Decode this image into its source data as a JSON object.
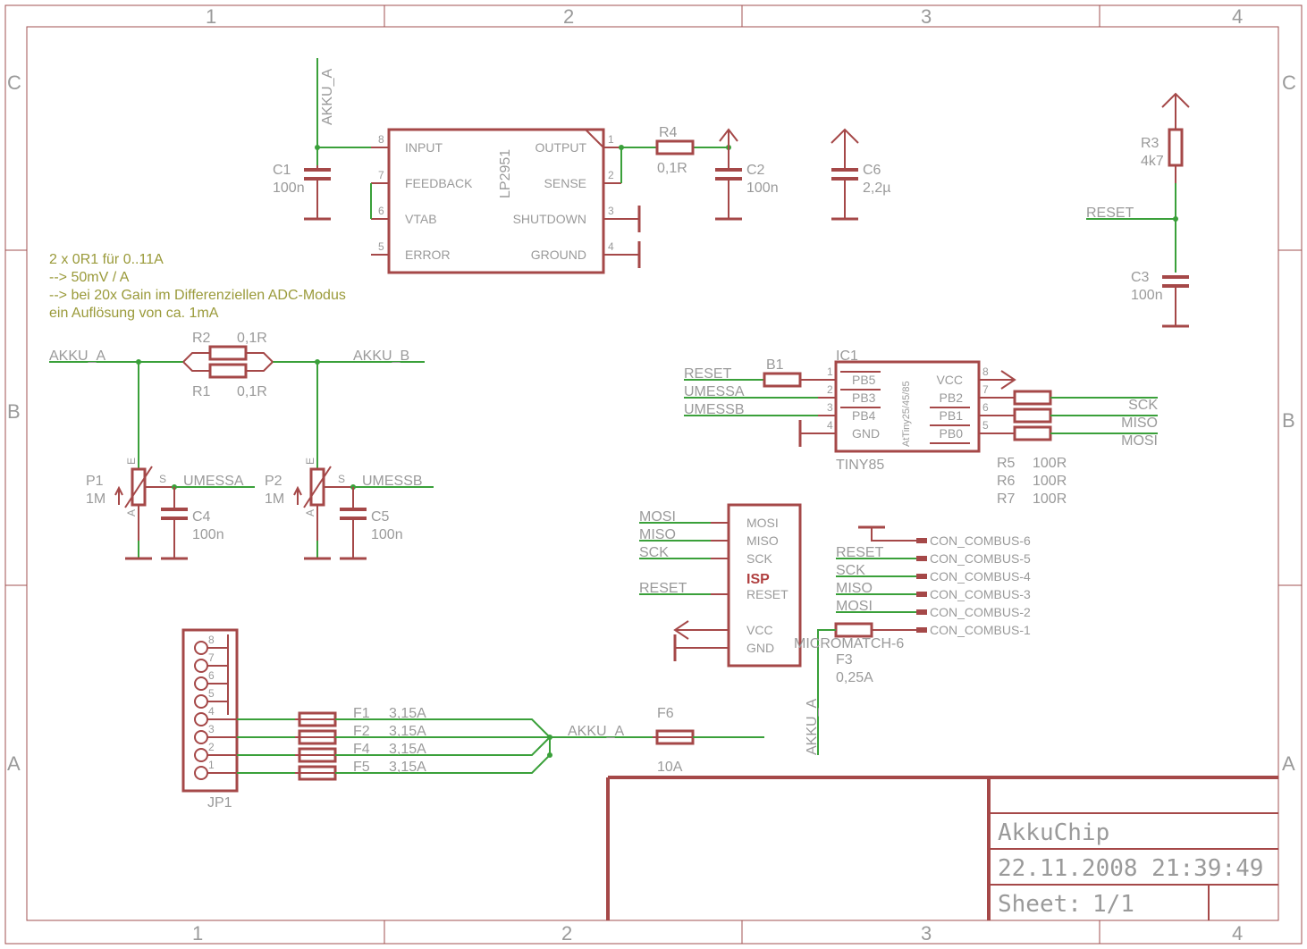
{
  "frame": {
    "cols_top": [
      "1",
      "2",
      "3",
      "4"
    ],
    "cols_bottom": [
      "1",
      "2",
      "3",
      "4"
    ],
    "rows": [
      "C",
      "B",
      "A"
    ]
  },
  "title_block": {
    "name": "AkkuChip",
    "datetime": "22.11.2008 21:39:49",
    "sheet_label": "Sheet:",
    "sheet": "1/1"
  },
  "note": [
    "2 x 0R1 für 0..11A",
    "--> 50mV / A",
    "--> bei 20x Gain im Differenziellen ADC-Modus",
    "ein Auflösung von ca. 1mA"
  ],
  "regulator": {
    "name": "LP2951",
    "pins_left": [
      {
        "num": "8",
        "label": "INPUT"
      },
      {
        "num": "7",
        "label": "FEEDBACK"
      },
      {
        "num": "6",
        "label": "VTAB"
      },
      {
        "num": "5",
        "label": "ERROR"
      }
    ],
    "pins_right": [
      {
        "num": "1",
        "label": "OUTPUT"
      },
      {
        "num": "2",
        "label": "SENSE"
      },
      {
        "num": "3",
        "label": "SHUTDOWN"
      },
      {
        "num": "4",
        "label": "GROUND"
      }
    ]
  },
  "parts": {
    "c1": {
      "name": "C1",
      "value": "100n"
    },
    "c2": {
      "name": "C2",
      "value": "100n"
    },
    "c3": {
      "name": "C3",
      "value": "100n"
    },
    "c4": {
      "name": "C4",
      "value": "100n"
    },
    "c5": {
      "name": "C5",
      "value": "100n"
    },
    "c6": {
      "name": "C6",
      "value": "2,2µ"
    },
    "r1": {
      "name": "R1",
      "value": "0,1R"
    },
    "r2": {
      "name": "R2",
      "value": "0,1R"
    },
    "r3": {
      "name": "R3",
      "value": "4k7"
    },
    "r4": {
      "name": "R4",
      "value": "0,1R"
    },
    "r5": {
      "name": "R5",
      "value": "100R"
    },
    "r6": {
      "name": "R6",
      "value": "100R"
    },
    "r7": {
      "name": "R7",
      "value": "100R"
    },
    "b1": {
      "name": "B1"
    },
    "p1": {
      "name": "P1",
      "value": "1M"
    },
    "p2": {
      "name": "P2",
      "value": "1M"
    },
    "pot_pins": {
      "e": "E",
      "s": "S",
      "a": "A"
    },
    "f1": {
      "name": "F1",
      "value": "3,15A"
    },
    "f2": {
      "name": "F2",
      "value": "3,15A"
    },
    "f4": {
      "name": "F4",
      "value": "3,15A"
    },
    "f5": {
      "name": "F5",
      "value": "3,15A"
    },
    "f3": {
      "name": "F3",
      "value": "0,25A"
    },
    "f6": {
      "name": "F6",
      "value": "10A"
    },
    "jp1": {
      "name": "JP1",
      "pins": [
        "8",
        "7",
        "6",
        "5",
        "4",
        "3",
        "2",
        "1"
      ]
    }
  },
  "ic1": {
    "name": "IC1",
    "value": "TINY85",
    "vertical": "AtTiny25/45/85",
    "pins_left": [
      {
        "num": "1",
        "label": "PB5"
      },
      {
        "num": "2",
        "label": "PB3"
      },
      {
        "num": "3",
        "label": "PB4"
      },
      {
        "num": "4",
        "label": "GND"
      }
    ],
    "pins_right": [
      {
        "num": "8",
        "label": "VCC"
      },
      {
        "num": "7",
        "label": "PB2"
      },
      {
        "num": "6",
        "label": "PB1"
      },
      {
        "num": "5",
        "label": "PB0"
      }
    ]
  },
  "isp": {
    "name": "ISP",
    "pins": [
      "MOSI",
      "MISO",
      "SCK",
      "RESET",
      "VCC",
      "GND"
    ]
  },
  "connector": {
    "name": "MICROMATCH-6",
    "pins": [
      "CON_COMBUS-6",
      "CON_COMBUS-5",
      "CON_COMBUS-4",
      "CON_COMBUS-3",
      "CON_COMBUS-2",
      "CON_COMBUS-1"
    ]
  },
  "nets": {
    "akku_a": "AKKU_A",
    "akku_b": "AKKU_B",
    "umessa": "UMESSA",
    "umessb": "UMESSB",
    "reset": "RESET",
    "sck": "SCK",
    "miso": "MISO",
    "mosi": "MOSI"
  }
}
